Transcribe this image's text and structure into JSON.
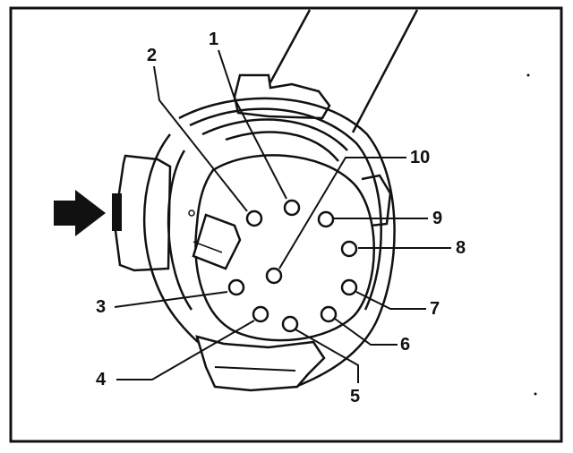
{
  "pin_labels": {
    "p1": "1",
    "p2": "2",
    "p3": "3",
    "p4": "4",
    "p5": "5",
    "p6": "6",
    "p7": "7",
    "p8": "8",
    "p9": "9",
    "p10": "10"
  },
  "colors": {
    "line": "#111111",
    "background": "#ffffff"
  },
  "icons": {
    "arrow": "arrow-right-icon"
  }
}
